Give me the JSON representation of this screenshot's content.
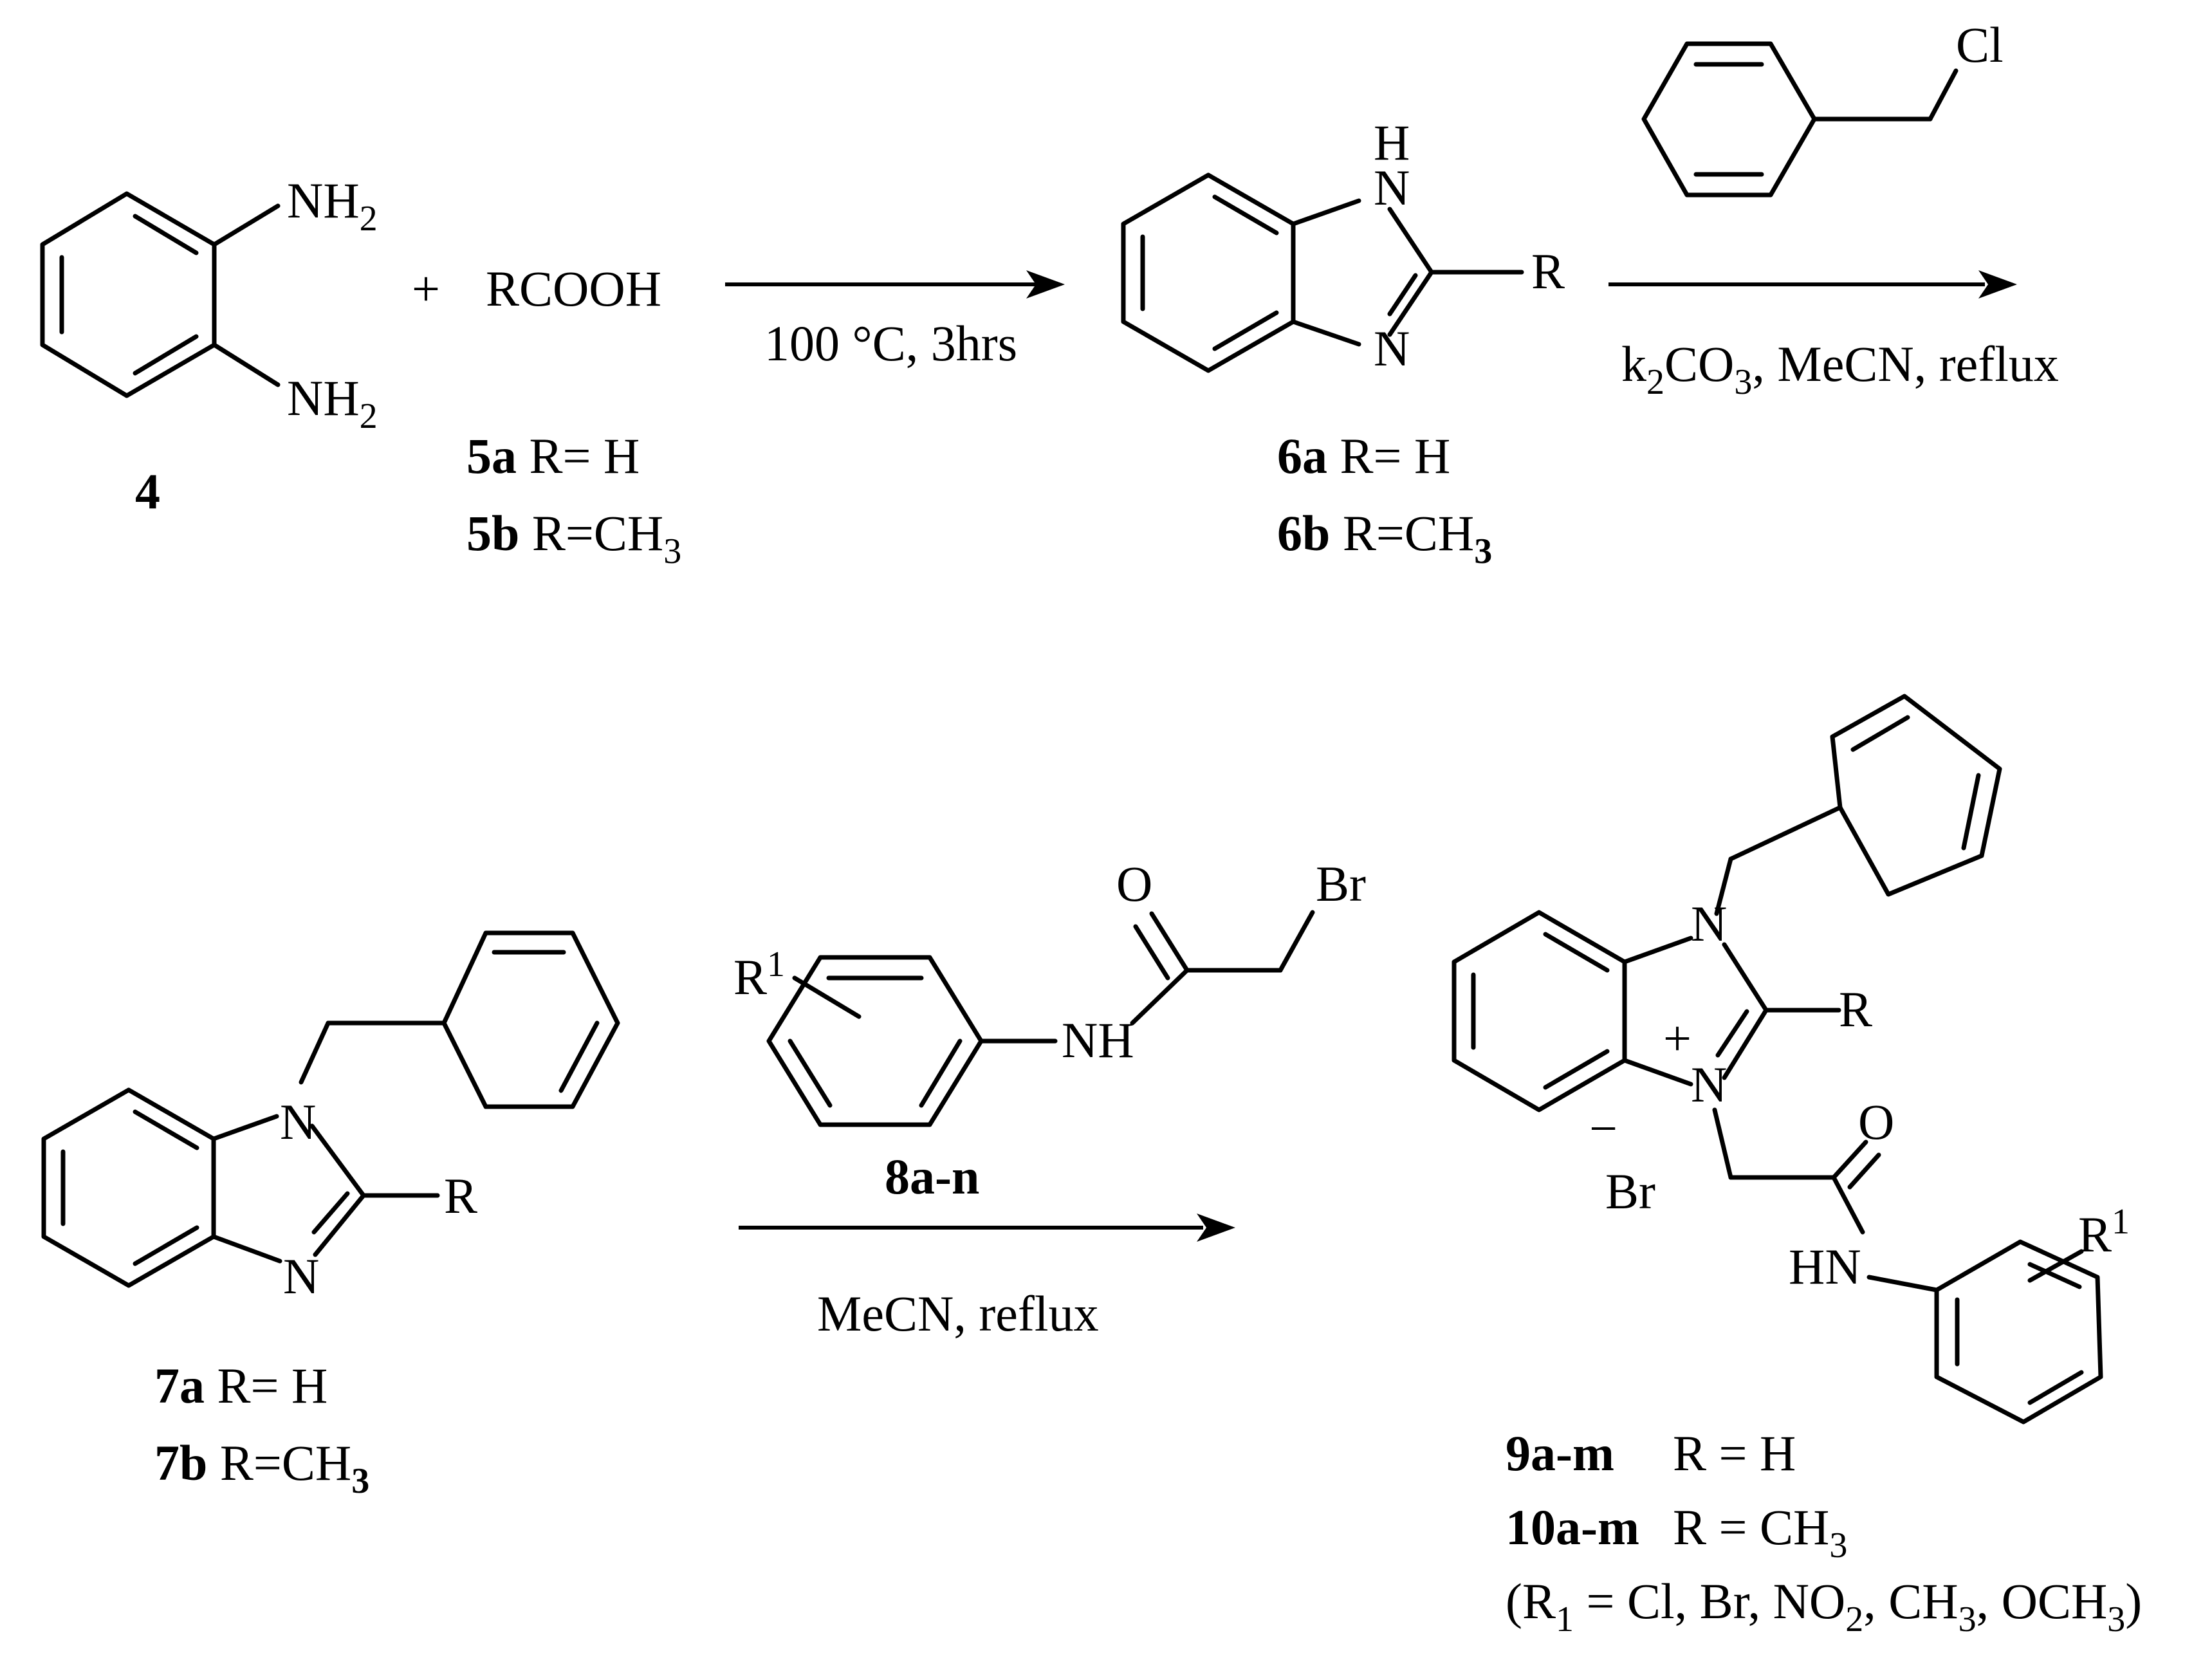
{
  "reaction1": {
    "reagent": "RCOOH",
    "plus": "+",
    "conditions": "100 °C, 3hrs"
  },
  "compound4": {
    "id": "4",
    "sub1_main": "NH",
    "sub1_idx": "2",
    "sub2_main": "NH",
    "sub2_idx": "2"
  },
  "compound5": {
    "a_id": "5a",
    "a_text": " R= H",
    "b_id": "5b",
    "b_text": " R=CH",
    "b_idx": "3"
  },
  "compound6": {
    "H": "H",
    "N1": "N",
    "N2": "N",
    "R": "R",
    "a_id": "6a",
    "a_text": " R= H",
    "b_id": "6b",
    "b_text": " R=CH",
    "b_idx": "3"
  },
  "reaction2": {
    "reagent_cl": "Cl",
    "cond_k": "k",
    "cond_k_idx": "2",
    "cond_co": "CO",
    "cond_co_idx": "3",
    "cond_rest": ", MeCN, reflux"
  },
  "compound7": {
    "N1": "N",
    "N2": "N",
    "R": "R",
    "a_id": "7a",
    "a_text": " R= H",
    "b_id": "7b",
    "b_text": " R=CH",
    "b_idx": "3"
  },
  "reagent8": {
    "R1": "R",
    "R1_sup": "1",
    "O": "O",
    "Br": "Br",
    "NH": "NH",
    "id": "8a-n",
    "conditions": "MeCN, reflux"
  },
  "product": {
    "N1": "N",
    "N2": "N",
    "plus": "+",
    "R": "R",
    "O": "O",
    "HN": "HN",
    "minus": "−",
    "Br": "Br",
    "R1": "R",
    "R1_sup": "1",
    "id9": "9a-m",
    "id9_text": "R = H",
    "id10": "10a-m",
    "id10_text": "R = CH",
    "id10_idx": "3",
    "subst_a": "(R",
    "subst_a_idx": "1",
    "subst_b": " = Cl, Br, NO",
    "subst_b_idx": "2",
    "subst_c": ", CH",
    "subst_c_idx": "3",
    "subst_d": ", OCH",
    "subst_d_idx": "3",
    "subst_e": ")"
  }
}
